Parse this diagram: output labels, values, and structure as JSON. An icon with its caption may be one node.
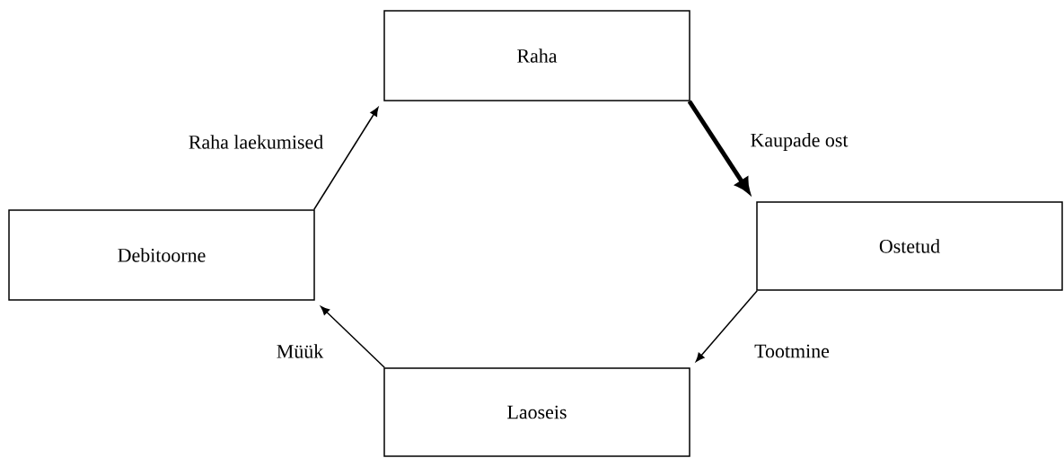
{
  "diagram": {
    "nodes": [
      {
        "text": [
          "Raha"
        ]
      },
      {
        "text": [
          "Ostetud"
        ]
      },
      {
        "text": [
          "Laoseis"
        ]
      },
      {
        "text": [
          "Debitoorne"
        ]
      }
    ],
    "edges": [
      {
        "from": 0,
        "to": 1,
        "arrow": "to",
        "label": "Kaupade ost",
        "style": "thick"
      },
      {
        "from": 1,
        "to": 2,
        "arrow": "to",
        "label": "Tootmine"
      },
      {
        "from": 2,
        "to": 3,
        "arrow": "to",
        "label": "Müük"
      },
      {
        "from": 3,
        "to": 0,
        "arrow": "to",
        "label": "Raha laekumised"
      }
    ]
  }
}
